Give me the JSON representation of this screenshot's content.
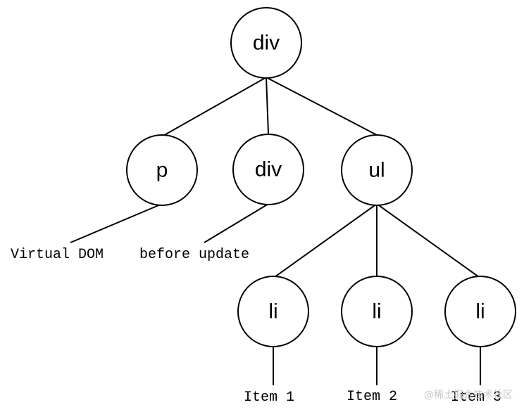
{
  "nodes": {
    "root_div": "div",
    "p": "p",
    "inner_div": "div",
    "ul": "ul",
    "li_1": "li",
    "li_2": "li",
    "li_3": "li"
  },
  "texts": {
    "p_text": "Virtual DOM",
    "div_text": "before update",
    "item_1": "Item 1",
    "item_2": "Item 2",
    "item_3": "Item 3"
  },
  "watermark": "@稀土掘金技术社区",
  "colors": {
    "stroke": "#000000",
    "background": "#ffffff"
  }
}
